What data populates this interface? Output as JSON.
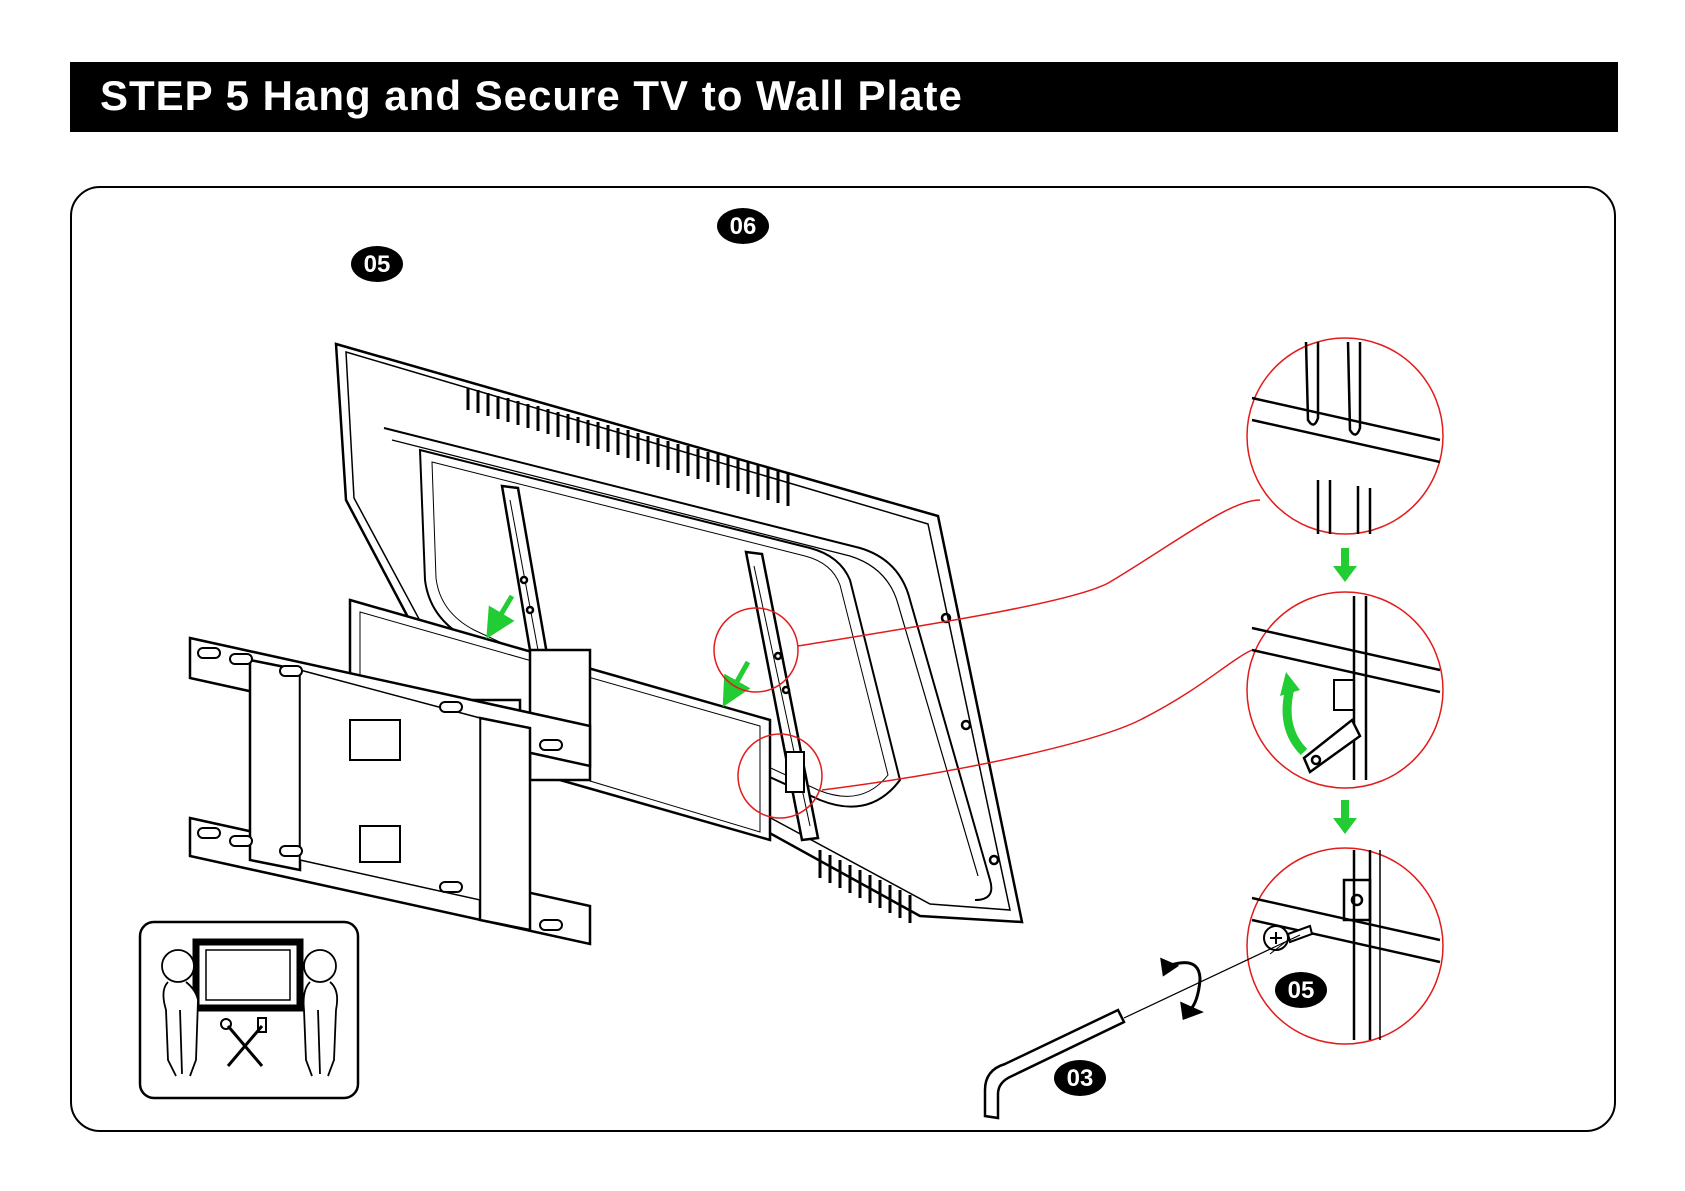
{
  "header": {
    "title": "STEP 5 Hang and Secure TV to Wall Plate"
  },
  "parts": {
    "bracket_label": "06",
    "bolt_label_top": "05",
    "bolt_label_detail": "05",
    "wrench_label": "03"
  },
  "colors": {
    "arrow_green": "#22cc33",
    "callout_red": "#e31b1b",
    "ink": "#000000"
  },
  "icons": {
    "two_person": "two-person-lift-icon",
    "tools": "wrench-screwdriver-icon",
    "rotate": "rotate-arrow-icon"
  }
}
